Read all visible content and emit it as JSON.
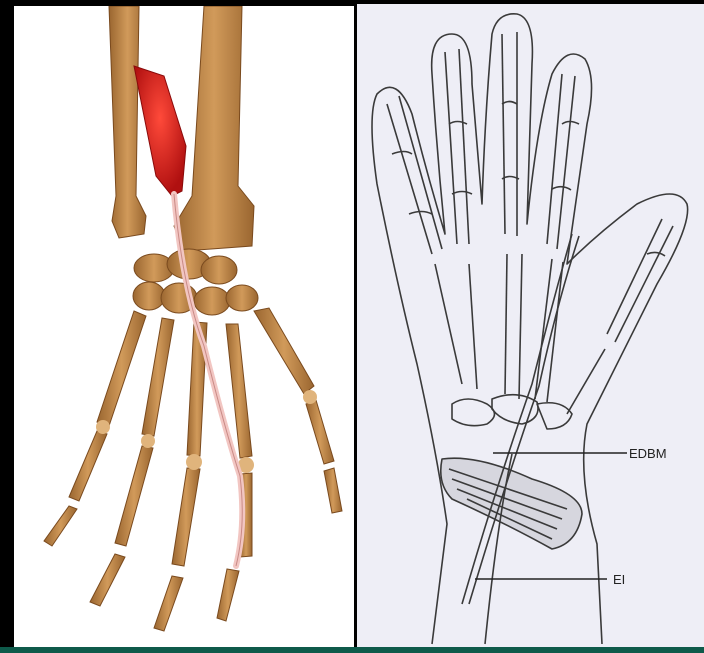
{
  "figure": {
    "left_panel": {
      "subject": "hand-skeleton-with-red-muscle-and-tendon",
      "colors": {
        "bone": "#c08a4c",
        "bone_shade": "#8a5a2a",
        "muscle": "#d9201f",
        "tendon": "#f2c6c2"
      }
    },
    "right_panel": {
      "subject": "line-drawing-dorsal-hand",
      "labels": {
        "edbm": "EDBM",
        "ei": "EI"
      },
      "colors": {
        "ink": "#3a3a3a",
        "paper": "#eeeef6"
      }
    },
    "colors": {
      "background": "#000000",
      "accent_bar": "#0e5a4a"
    }
  }
}
